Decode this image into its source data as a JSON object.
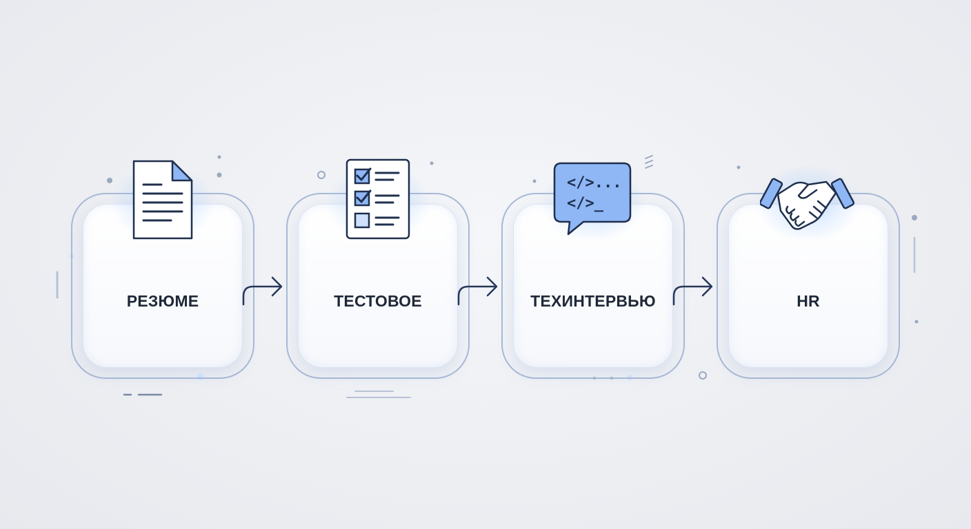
{
  "stages": [
    {
      "label": "РЕЗЮМЕ",
      "icon": "document-icon"
    },
    {
      "label": "ТЕСТОВОЕ",
      "icon": "checklist-icon"
    },
    {
      "label": "ТЕХИНТЕРВЬЮ",
      "icon": "code-chat-icon"
    },
    {
      "label": "HR",
      "icon": "handshake-icon"
    }
  ],
  "code_lines": [
    "</>...",
    "</>_"
  ],
  "colors": {
    "frame": "#a8b9d6",
    "icon_stroke": "#1f2f4d",
    "icon_fill": "#e8f0fe",
    "icon_accent": "#8fb7f5",
    "text": "#1f2838",
    "arrow": "#26375a"
  }
}
